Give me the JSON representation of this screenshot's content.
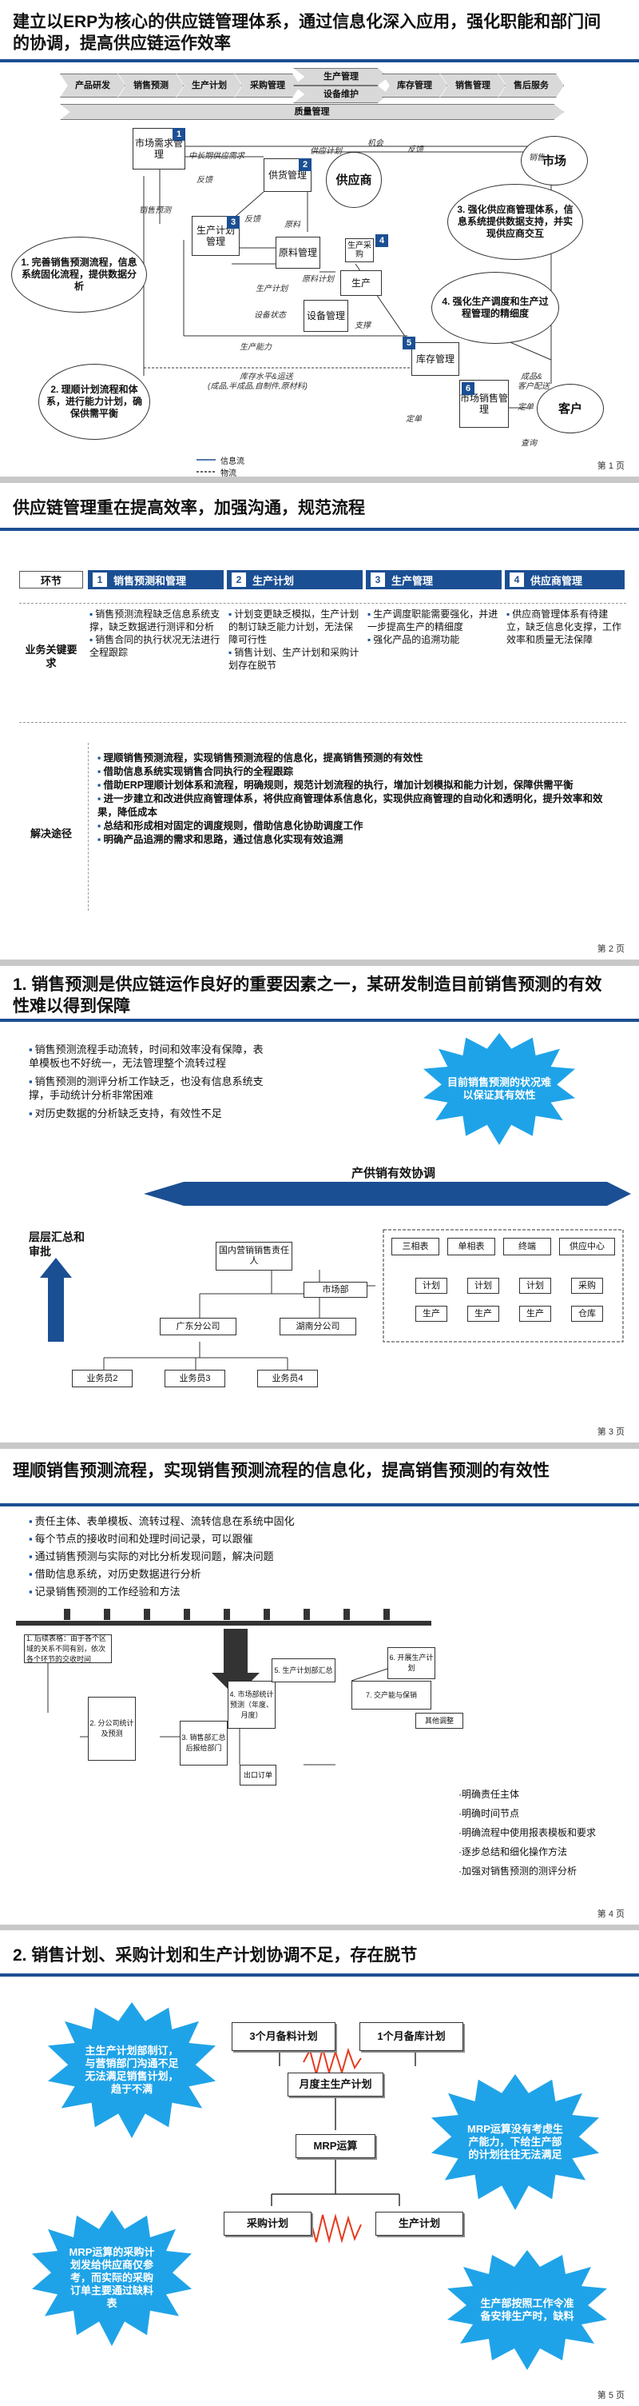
{
  "slide1": {
    "title": "建立以ERP为核心的供应链管理体系，通过信息化深入应用，强化职能和部门间的协调，提高供应链运作效率",
    "chain": [
      "产品研发",
      "销售预测",
      "生产计划",
      "采购管理",
      "生产管理",
      "库存管理",
      "销售管理",
      "售后服务"
    ],
    "chain_sub": "设备维护",
    "quality": "质量管理",
    "nodes": {
      "sales_forecast_mgmt": "市场需求管理",
      "supply_mgmt": "供货管理",
      "supplier": "供应商",
      "market": "市场",
      "prod_plan": "生产计划管理",
      "material_mgmt": "原料管理",
      "equip_mgmt": "设备管理",
      "production": "生产",
      "purchase": "生产采购",
      "inventory": "库存管理",
      "sales_mgmt": "市场销售管理",
      "customer": "客户"
    },
    "nums": [
      "1",
      "2",
      "3",
      "4",
      "5",
      "6"
    ],
    "flows": {
      "opportunity": "机会",
      "mid_long": "中长期供应需求",
      "feedback1": "反馈",
      "supply_plan": "供应计划",
      "feedback2": "反馈",
      "sales_forecast": "销售预测",
      "feedback3": "反馈",
      "raw_material": "原料",
      "prod_plan": "生产计划",
      "raw_plan": "原料计划",
      "equip_state": "设备状态",
      "support": "支撑",
      "capacity": "生产能力",
      "stock_level": "库存水平&运送",
      "stock_items": "(成品,半成品,自制件,原材料)",
      "product": "成品&",
      "delivery": "客户配送",
      "order": "定单",
      "query": "查询",
      "order2": "定单",
      "sales": "销售"
    },
    "ovals": {
      "o1": "1. 完善销售预测流程，信息系统固化流程，提供数据分析",
      "o2": "2. 理顺计划流程和体系，进行能力计划，确保供需平衡",
      "o3": "3. 强化供应商管理体系，信息系统提供数据支持，并实现供应商交互",
      "o4": "4. 强化生产调度和生产过程管理的精细度"
    },
    "legend": [
      "信息流",
      "物流"
    ],
    "page": "第 1 页"
  },
  "slide2": {
    "title": "供应链管理重在提高效率，加强沟通，规范流程",
    "col_header": "环节",
    "stages": [
      {
        "num": "1",
        "label": "销售预测和管理"
      },
      {
        "num": "2",
        "label": "生产计划"
      },
      {
        "num": "3",
        "label": "生产管理"
      },
      {
        "num": "4",
        "label": "供应商管理"
      }
    ],
    "row1_label": "业务关键要求",
    "row1": [
      [
        "销售预测流程缺乏信息系统支撑，缺乏数据进行测评和分析",
        "销售合同的执行状况无法进行全程跟踪"
      ],
      [
        "计划变更缺乏模拟，生产计划的制订缺乏能力计划，无法保障可行性",
        "销售计划、生产计划和采购计划存在脱节"
      ],
      [
        "生产调度职能需要强化，并进一步提高生产的精细度",
        "强化产品的追溯功能"
      ],
      [
        "供应商管理体系有待建立，缺乏信息化支撑，工作效率和质量无法保障"
      ]
    ],
    "row2_label": "解决途径",
    "row2": [
      "理顺销售预测流程，实现销售预测流程的信息化，提高销售预测的有效性",
      "借助信息系统实现销售合同执行的全程跟踪",
      "借助ERP理顺计划体系和流程，明确规则，规范计划流程的执行，增加计划模拟和能力计划，保障供需平衡",
      "进一步建立和改进供应商管理体系，将供应商管理体系信息化，实现供应商管理的自动化和透明化，提升效率和效果，降低成本",
      "总结和形成相对固定的调度规则，借助信息化协助调度工作",
      "明确产品追溯的需求和思路，通过信息化实现有效追溯"
    ],
    "page": "第 2 页"
  },
  "slide3": {
    "title": "1. 销售预测是供应链运作良好的重要因素之一，某研发制造目前销售预测的有效性难以得到保障",
    "bullets": [
      "销售预测流程手动流转，时间和效率没有保障，表单模板也不好统一，无法管理整个流转过程",
      "销售预测的测评分析工作缺乏，也没有信息系统支撑，手动统计分析非常困难",
      "对历史数据的分析缺乏支持，有效性不足"
    ],
    "burst": "目前销售预测的状况难以保证其有效性",
    "coord": "产供销有效协调",
    "left_label": "层层汇总和审批",
    "org": {
      "domestic": "国内营销销售责任人",
      "market_dept": "市场部",
      "gd": "广东分公司",
      "hn": "湖南分公司",
      "reps": [
        "业务员2",
        "业务员3",
        "业务员4"
      ],
      "groups": [
        "三相表",
        "单相表",
        "终端",
        "供应中心"
      ],
      "plan": "计划",
      "prod": "生产",
      "purchase": "采购",
      "stock": "仓库"
    },
    "page": "第 3 页"
  },
  "slide4": {
    "title": "理顺销售预测流程，实现销售预测流程的信息化，提高销售预测的有效性",
    "bullets": [
      "责任主体、表单模板、流转过程、流转信息在系统中固化",
      "每个节点的接收时间和处理时间记录，可以跟催",
      "通过销售预测与实际的对比分析发现问题，解决问题",
      "借助信息系统，对历史数据进行分析",
      "记录销售预测的工作经验和方法"
    ],
    "steps": [
      "1. 后续表格：由于各个区域的关系不同有别，依次各个环节的交收时间",
      "2. 分公司统计及预测",
      "3. 销售部汇总后报给部门",
      "4. 市场部统计预测（年度、月度）",
      "5. 生产计划部汇总",
      "6. 开展生产计划",
      "7. 交产能与保销",
      "出口订单",
      "其他调整"
    ],
    "right_list": [
      "·明确责任主体",
      "·明确时间节点",
      "·明确流程中使用报表模板和要求",
      "·逐步总结和细化操作方法",
      "·加强对销售预测的测评分析"
    ],
    "page": "第 4 页"
  },
  "slide5": {
    "title": "2. 销售计划、采购计划和生产计划协调不足，存在脱节",
    "box1": "3个月备料计划",
    "box2": "1个月备库计划",
    "box3": "月度主生产计划",
    "box4": "MRP运算",
    "box5": "采购计划",
    "box6": "生产计划",
    "burst1": "主生产计划部制订，与营销部门沟通不足无法满足销售计划，趋于不满",
    "burst2": "MRP运算没有考虑生产能力，下给生产部的计划往往无法满足",
    "burst3": "MRP运算的采购计划发给供应商仅参考，而实际的采购订单主要通过缺料表",
    "burst4": "生产部按照工作令准备安排生产时，缺料",
    "page": "第 5 页"
  }
}
